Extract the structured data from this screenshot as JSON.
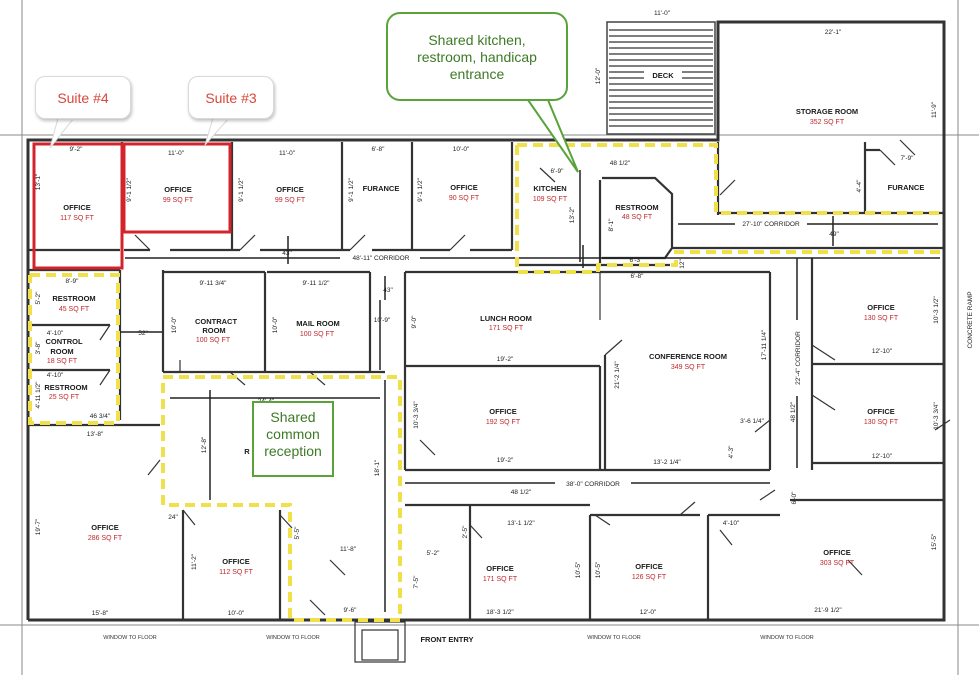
{
  "callouts": {
    "suite4": "Suite #4",
    "suite3": "Suite #3",
    "shared_kitchen": [
      "Shared kitchen,",
      "restroom, handicap",
      "entrance"
    ],
    "shared_reception": [
      "Shared",
      "common",
      "reception"
    ]
  },
  "rooms": {
    "office_s4": {
      "name": "OFFICE",
      "area": "117 SQ FT"
    },
    "office_s3": {
      "name": "OFFICE",
      "area": "99 SQ FT"
    },
    "office_3": {
      "name": "OFFICE",
      "area": "99 SQ FT"
    },
    "furance_top": {
      "name": "FURANCE"
    },
    "office_4": {
      "name": "OFFICE",
      "area": "90 SQ FT"
    },
    "kitchen": {
      "name": "KITCHEN",
      "area": "109 SQ FT"
    },
    "restroom_top": {
      "name": "RESTROOM",
      "area": "48 SQ FT"
    },
    "deck": {
      "name": "DECK"
    },
    "storage": {
      "name": "STORAGE ROOM",
      "area": "352 SQ FT"
    },
    "furance_right": {
      "name": "FURANCE"
    },
    "restroom_left": {
      "name": "RESTROOM",
      "area": "45 SQ FT"
    },
    "control_room": {
      "name1": "CONTROL",
      "name2": "ROOM",
      "area": "18 SQ FT"
    },
    "restroom_left2": {
      "name": "RESTROOM",
      "area": "25 SQ FT"
    },
    "contract_room": {
      "name1": "CONTRACT",
      "name2": "ROOM",
      "area": "100 SQ FT"
    },
    "mail_room": {
      "name": "MAIL ROOM",
      "area": "100 SQ FT"
    },
    "lunch_room": {
      "name": "LUNCH ROOM",
      "area": "171 SQ FT"
    },
    "conference": {
      "name": "CONFERENCE ROOM",
      "area": "349 SQ FT"
    },
    "office_r1": {
      "name": "OFFICE",
      "area": "130 SQ FT"
    },
    "office_r2": {
      "name": "OFFICE",
      "area": "130 SQ FT"
    },
    "office_mid": {
      "name": "OFFICE",
      "area": "192 SQ FT"
    },
    "reception": {
      "name": "R"
    },
    "office_big_left": {
      "name": "OFFICE",
      "area": "286 SQ FT"
    },
    "office_112": {
      "name": "OFFICE",
      "area": "112 SQ FT"
    },
    "office_171": {
      "name": "OFFICE",
      "area": "171 SQ FT"
    },
    "office_126": {
      "name": "OFFICE",
      "area": "126 SQ FT"
    },
    "office_303": {
      "name": "OFFICE",
      "area": "303 SQ FT"
    }
  },
  "labels": {
    "corridor_main": "48'-11\" CORRIDOR",
    "corridor_top_right": "27'-10\" CORRIDOR",
    "corridor_bottom": "38'-0\" CORRIDOR",
    "corridor_vertical": "22'-4\" CORRIDOR",
    "concrete_ramp": "CONCRETE RAMP",
    "front_entry": "FRONT ENTRY",
    "window_to_floor": "WINDOW TO FLOOR"
  },
  "dimensions": {
    "d_9_2": "9'-2\"",
    "d_11_0a": "11'-0\"",
    "d_11_0b": "11'-0\"",
    "d_6_8": "6'-8\"",
    "d_10_0": "10'-0\"",
    "d_11_0_deck": "11'-0\"",
    "d_22_1": "22'-1\"",
    "d_12_0": "12'-0\"",
    "d_11_9": "11'-9\"",
    "d_13_1": "13'-1\"",
    "d_9_1_2a": "9'-1 1/2\"",
    "d_9_1_2b": "9'-1 1/2\"",
    "d_9_1_2c": "9'-1 1/2\"",
    "d_9_1_2d": "9'-1 1/2\"",
    "d_48_1_2a": "48 1/2\"",
    "d_6_9": "6'-9\"",
    "d_13_2": "13'-2\"",
    "d_8_1": "8'-1\"",
    "d_6_3": "6'-3\"",
    "d_6_8b": "6'-8\"",
    "d_7_9": "7'-9\"",
    "d_4_4": "4'-4\"",
    "d_49": "49\"",
    "d_12": "12\"",
    "d_43a": "43\"",
    "d_43b": "43\"",
    "d_8_9": "8'-9\"",
    "d_5_2": "5'-2\"",
    "d_52": "52\"",
    "d_9_11_3_4": "9'-11 3/4\"",
    "d_9_11_1_2": "9'-11 1/2\"",
    "d_10_0b": "10'-0\"",
    "d_10_0c": "10'-0\"",
    "d_10_9": "10'-9\"",
    "d_9_0": "9'-0\"",
    "d_4_10a": "4'-10\"",
    "d_3_8": "3'-8\"",
    "d_4_10b": "4'-10\"",
    "d_4_11_1_2": "4'-11 1/2\"",
    "d_46_3_4": "46 3/4\"",
    "d_13_8": "13'-8\"",
    "d_19_2a": "19'-2\"",
    "d_21_2_1_4": "21'-2 1/4\"",
    "d_17_11_1_4": "17'-11 1/4\"",
    "d_10_3_1_2": "10'-3 1/2\"",
    "d_12_10a": "12'-10\"",
    "d_12_10b": "12'-10\"",
    "d_10_3_3_4a": "10'-3 3/4\"",
    "d_10_3_3_4b": "10'-3 3/4\"",
    "d_48_1_2b": "48 1/2\"",
    "d_3_6_1_4": "3'-6 1/4\"",
    "d_4_3": "4'-3\"",
    "d_13_2_1_4": "13'-2 1/4\"",
    "d_24_4": "24'-4\"",
    "d_12_8": "12'-8\"",
    "d_18_1": "18'-1\"",
    "d_19_2b": "19'-2\"",
    "d_48_1_2c": "48 1/2\"",
    "d_19_7": "19'-7\"",
    "d_24": "24\"",
    "d_11_2": "11'-2\"",
    "d_5_5": "5'-5\"",
    "d_11_8": "11'-8\"",
    "d_2_5": "2'-5\"",
    "d_5_2b": "5'-2\"",
    "d_7_5": "7'-5\"",
    "d_13_1_1_2": "13'-1 1/2\"",
    "d_10_5a": "10'-5\"",
    "d_10_5b": "10'-5\"",
    "d_4_10c": "4'-10\"",
    "d_6_0": "6'-0\"",
    "d_15_5": "15'-5\"",
    "d_15_8": "15'-8\"",
    "d_10_0d": "10'-0\"",
    "d_9_6": "9'-6\"",
    "d_18_3_1_2": "18'-3 1/2\"",
    "d_12_0b": "12'-0\"",
    "d_21_9_1_2": "21'-9 1/2\""
  }
}
